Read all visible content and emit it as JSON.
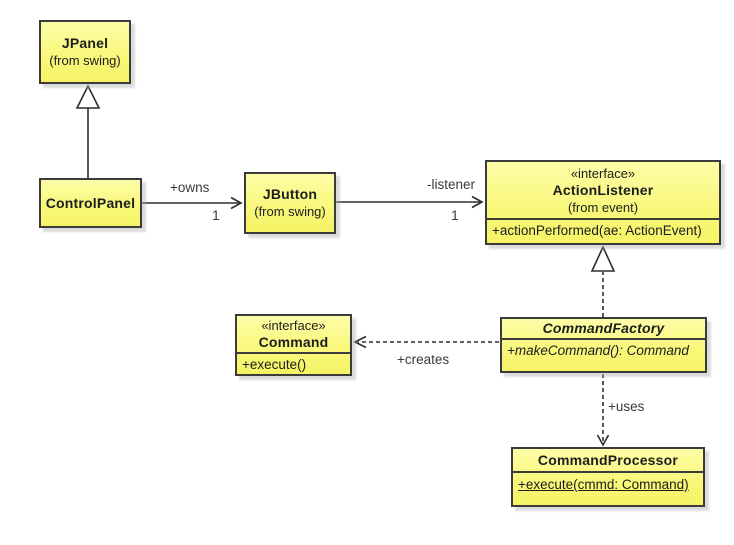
{
  "diagram": {
    "background": "#ffffff",
    "node_fill_top": "#fefda8",
    "node_fill_bottom": "#f5f364",
    "node_border": "#3b3b3b",
    "line_color": "#2e2e2e"
  },
  "classes": {
    "jpanel": {
      "name": "JPanel",
      "from": "(from swing)"
    },
    "controlpanel": {
      "name": "ControlPanel"
    },
    "jbutton": {
      "name": "JButton",
      "from": "(from swing)"
    },
    "actionlistener": {
      "stereotype": "«interface»",
      "name": "ActionListener",
      "from": "(from event)",
      "method": "+actionPerformed(ae: ActionEvent)"
    },
    "command": {
      "stereotype": "«interface»",
      "name": "Command",
      "method": "+execute()"
    },
    "commandfactory": {
      "name": "CommandFactory",
      "method": "+makeCommand(): Command"
    },
    "commandprocessor": {
      "name": "CommandProcessor",
      "method": "+execute(cmmd: Command)"
    }
  },
  "relations": {
    "owns": {
      "label": "+owns",
      "multiplicity": "1"
    },
    "listener": {
      "label": "-listener",
      "multiplicity": "1"
    },
    "creates": {
      "label": "+creates"
    },
    "uses": {
      "label": "+uses"
    }
  }
}
